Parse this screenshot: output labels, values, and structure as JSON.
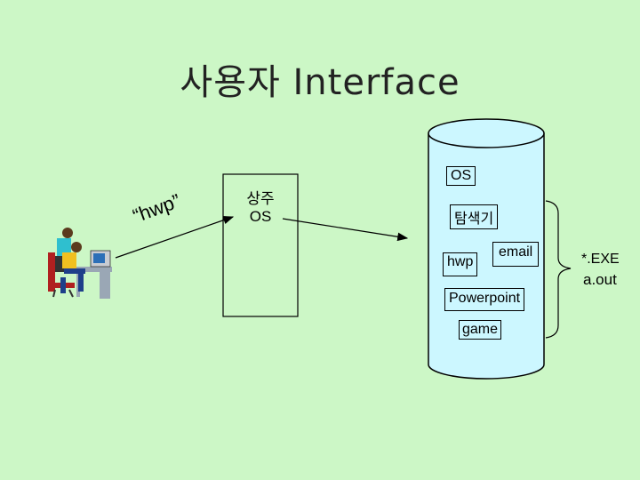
{
  "slide": {
    "title": "사용자 Interface",
    "quote_label": "“hwp”",
    "resident_os": {
      "line1": "상주",
      "line2": "OS"
    },
    "cylinder": {
      "os": "OS",
      "explorer": "탐색기",
      "hwp": "hwp",
      "email": "email",
      "powerpoint": "Powerpoint",
      "game": "game"
    },
    "extensions": {
      "exe": "*.EXE",
      "aout": "a.out"
    }
  },
  "colors": {
    "background": "#ccf7c6",
    "cylinder_fill": "#ccf7ff",
    "stroke": "#000000"
  }
}
